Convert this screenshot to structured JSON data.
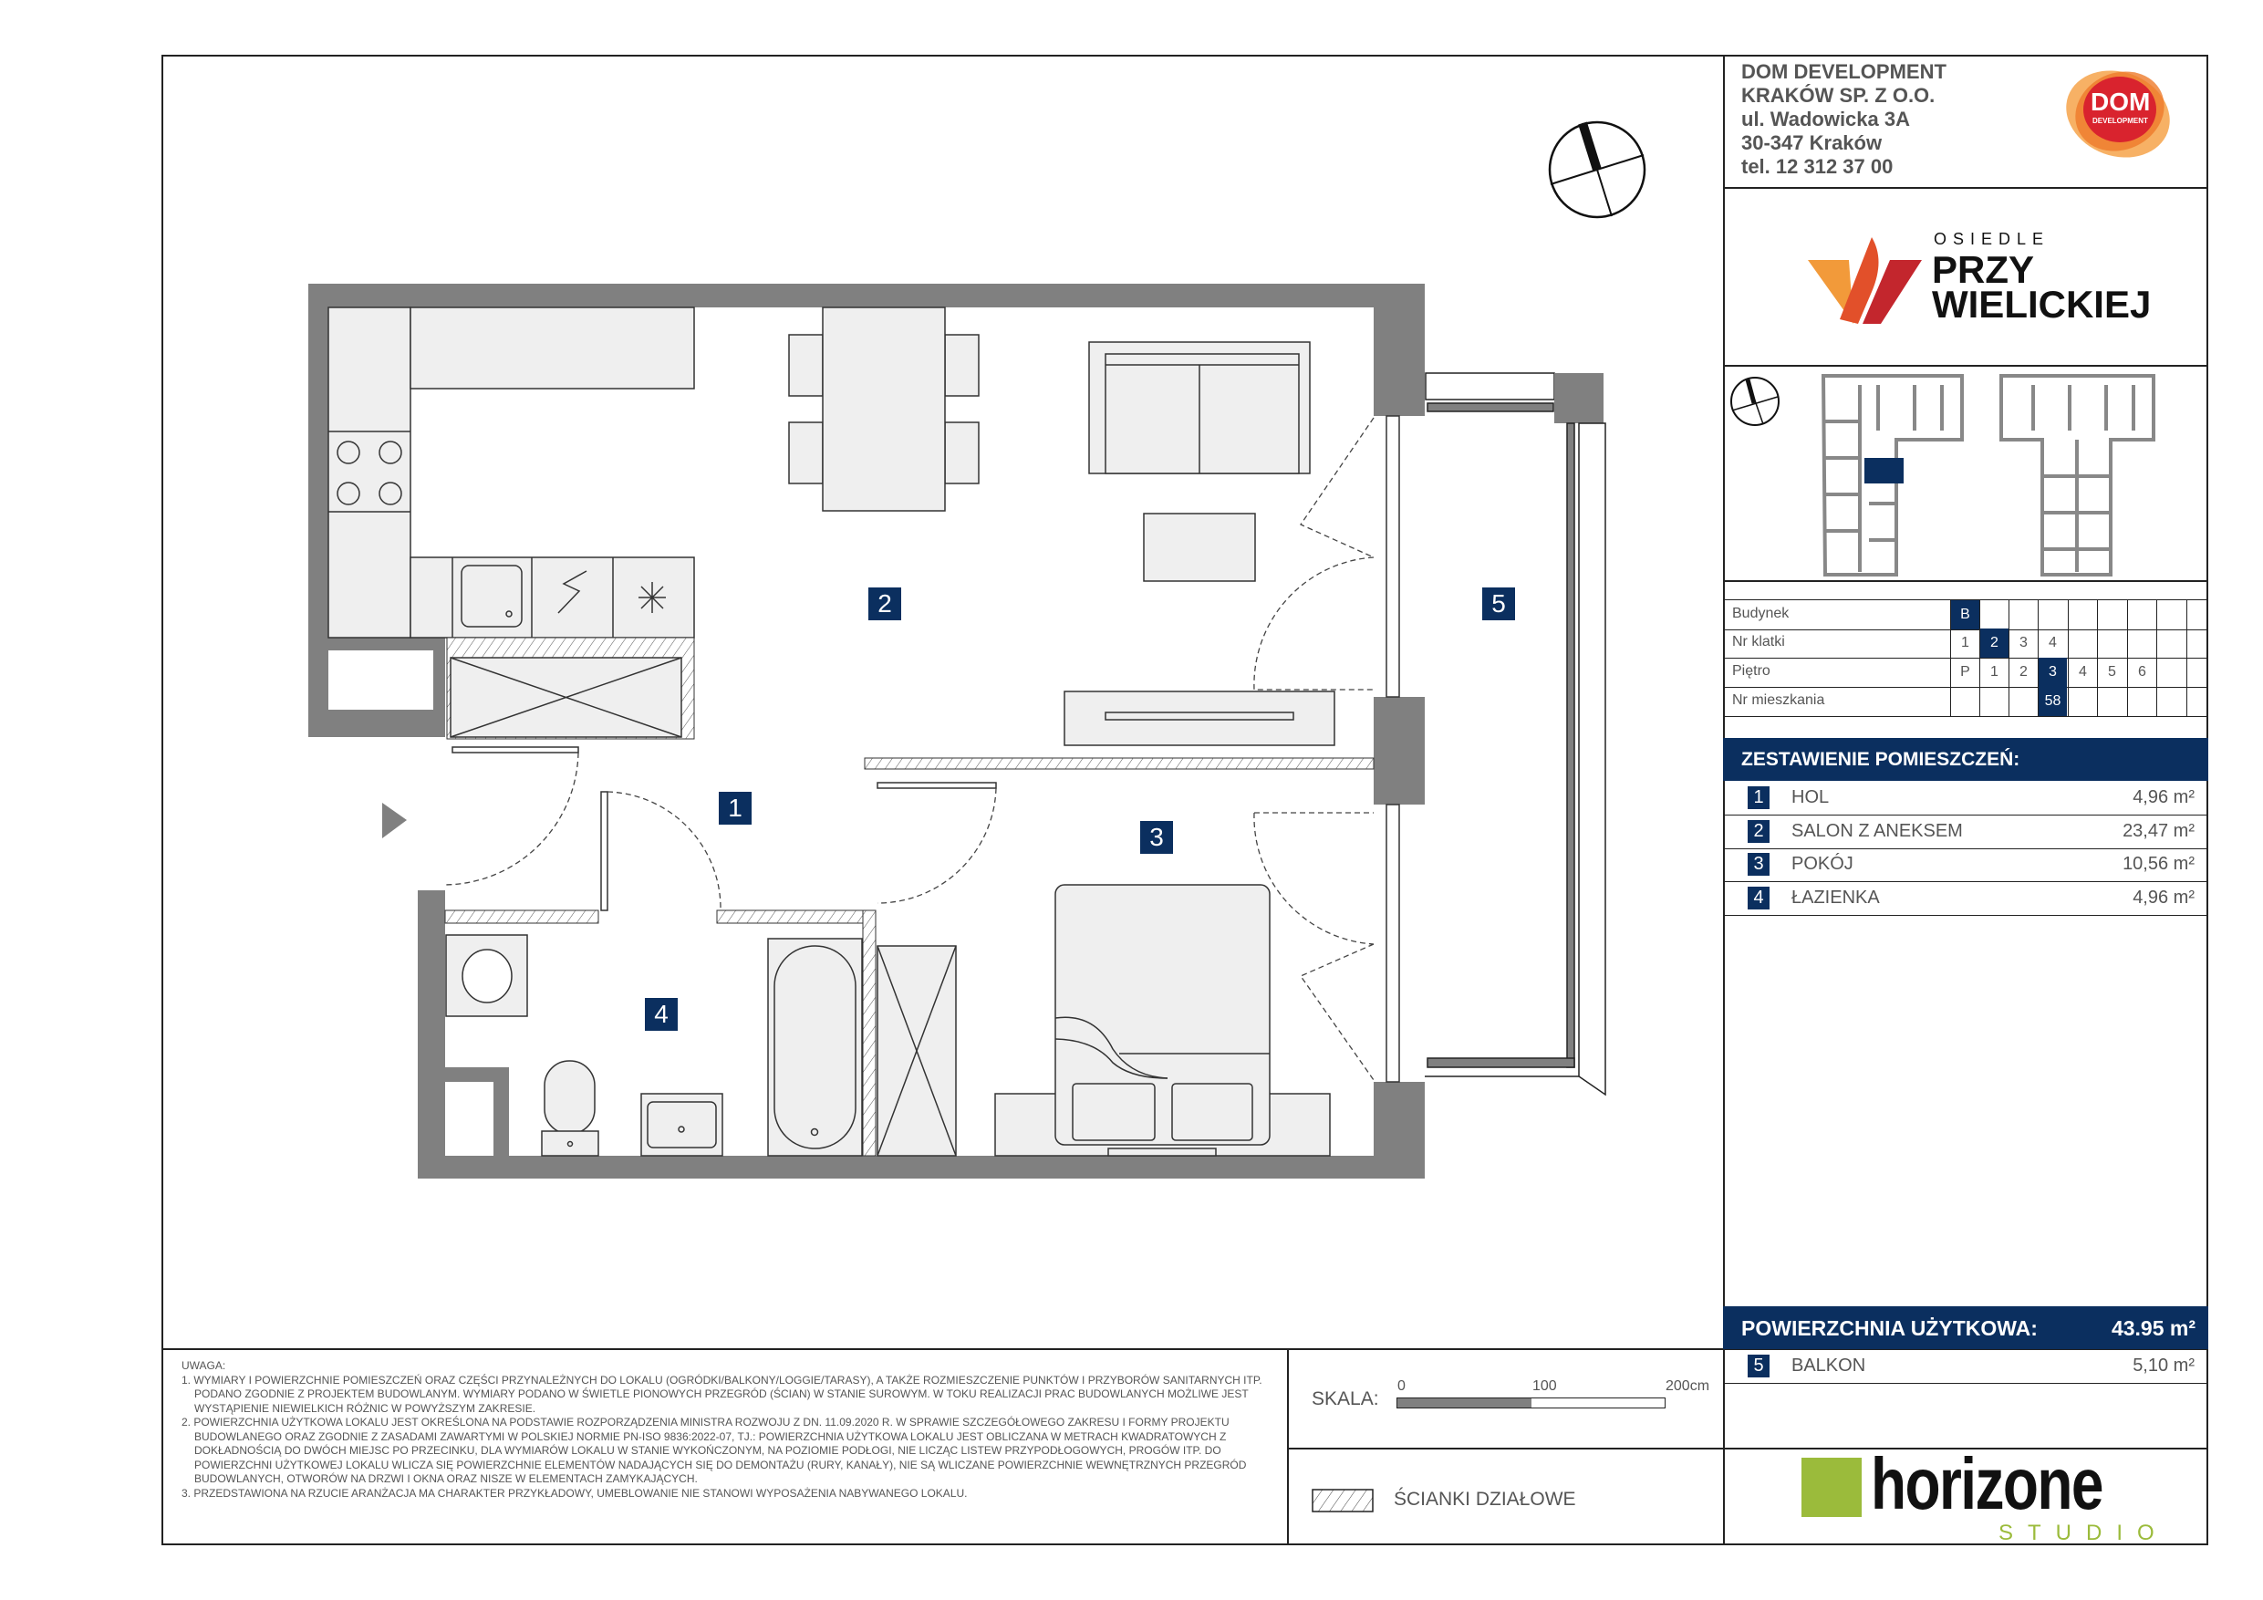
{
  "company": {
    "lines": [
      "DOM DEVELOPMENT",
      "KRAKÓW SP. Z O.O.",
      "ul. Wadowicka 3A",
      "30-347 Kraków",
      "tel. 12 312 37 00"
    ],
    "logo_text": "DOM",
    "logo_subtext": "DEVELOPMENT"
  },
  "project_logo": {
    "line1": "OSIEDLE",
    "line2": "PRZY",
    "line3": "WIELICKIEJ"
  },
  "location_table": {
    "rows": [
      {
        "label": "Budynek",
        "cells": [
          "B",
          "",
          "",
          "",
          "",
          "",
          "",
          "",
          "",
          ""
        ],
        "selected": 0
      },
      {
        "label": "Nr klatki",
        "cells": [
          "1",
          "2",
          "3",
          "4",
          "",
          "",
          "",
          "",
          "",
          ""
        ],
        "selected": 1
      },
      {
        "label": "Piętro",
        "cells": [
          "P",
          "1",
          "2",
          "3",
          "4",
          "5",
          "6",
          "",
          "",
          ""
        ],
        "selected": 3
      },
      {
        "label": "Nr mieszkania",
        "cells": [
          "",
          "",
          "",
          "58",
          "",
          "",
          "",
          "",
          "",
          ""
        ],
        "selected": 3
      }
    ]
  },
  "rooms_header": "ZESTAWIENIE POMIESZCZEŃ:",
  "rooms": [
    {
      "num": "1",
      "name": "HOL",
      "area": "4,96 m²"
    },
    {
      "num": "2",
      "name": "SALON Z ANEKSEM",
      "area": "23,47 m²"
    },
    {
      "num": "3",
      "name": "POKÓJ",
      "area": "10,56 m²"
    },
    {
      "num": "4",
      "name": "ŁAZIENKA",
      "area": "4,96 m²"
    }
  ],
  "usable_area": {
    "label": "POWIERZCHNIA UŻYTKOWA:",
    "value": "43.95 m²"
  },
  "balcony": {
    "num": "5",
    "name": "BALKON",
    "area": "5,10 m²"
  },
  "plan_labels": [
    "1",
    "2",
    "3",
    "4",
    "5"
  ],
  "scale": {
    "label": "SKALA:",
    "ticks": [
      "0",
      "100",
      "200cm"
    ]
  },
  "legend": {
    "label": "ŚCIANKI DZIAŁOWE"
  },
  "notes": {
    "title": "UWAGA:",
    "items": [
      "1. WYMIARY I POWIERZCHNIE POMIESZCZEŃ ORAZ CZĘŚCI PRZYNALEŻNYCH DO LOKALU (OGRÓDKI/BALKONY/LOGGIE/TARASY), A TAKŻE ROZMIESZCZENIE PUNKTÓW I PRZYBORÓW SANITARNYCH ITP. PODANO ZGODNIE Z PROJEKTEM BUDOWLANYM. WYMIARY PODANO W ŚWIETLE PIONOWYCH PRZEGRÓD (ŚCIAN) W STANIE SUROWYM. W TOKU REALIZACJI PRAC BUDOWLANYCH MOŻLIWE JEST WYSTĄPIENIE NIEWIELKICH RÓŻNIC W POWYŻSZYM ZAKRESIE.",
      "2. POWIERZCHNIA UŻYTKOWA LOKALU JEST OKREŚLONA NA PODSTAWIE ROZPORZĄDZENIA MINISTRA ROZWOJU Z DN. 11.09.2020 R. W SPRAWIE SZCZEGÓŁOWEGO ZAKRESU I FORMY PROJEKTU BUDOWLANEGO ORAZ ZGODNIE Z ZASADAMI ZAWARTYMI W POLSKIEJ NORMIE PN-ISO 9836:2022-07, TJ.: POWIERZCHNIA UŻYTKOWA LOKALU JEST OBLICZANA W METRACH KWADRATOWYCH Z DOKŁADNOŚCIĄ DO DWÓCH MIEJSC PO PRZECINKU, DLA WYMIARÓW LOKALU W STANIE WYKOŃCZONYM, NA POZIOMIE PODŁOGI, NIE LICZĄC LISTEW PRZYPODŁOGOWYCH, PROGÓW ITP. DO POWIERZCHNI UŻYTKOWEJ LOKALU WLICZA SIĘ POWIERZCHNIE ELEMENTÓW NADAJĄCYCH SIĘ DO DEMONTAŻU (RURY, KANAŁY), NIE SĄ WLICZANE POWIERZCHNIE WEWNĘTRZNYCH PRZEGRÓD BUDOWLANYCH, OTWORÓW NA DRZWI I OKNA ORAZ NISZE W ELEMENTACH ZAMYKAJĄCYCH.",
      "3. PRZEDSTAWIONA NA RZUCIE ARANŻACJA MA CHARAKTER PRZYKŁADOWY, UMEBLOWANIE NIE STANOWI WYPOSAŻENIA NABYWANEGO LOKALU."
    ]
  },
  "studio_logo": {
    "name": "horizone",
    "sub": "STUDIO"
  },
  "colors": {
    "navy": "#0b2f5f",
    "wall": "#808080",
    "furniture": "#efefef",
    "green": "#9bbb3b"
  }
}
